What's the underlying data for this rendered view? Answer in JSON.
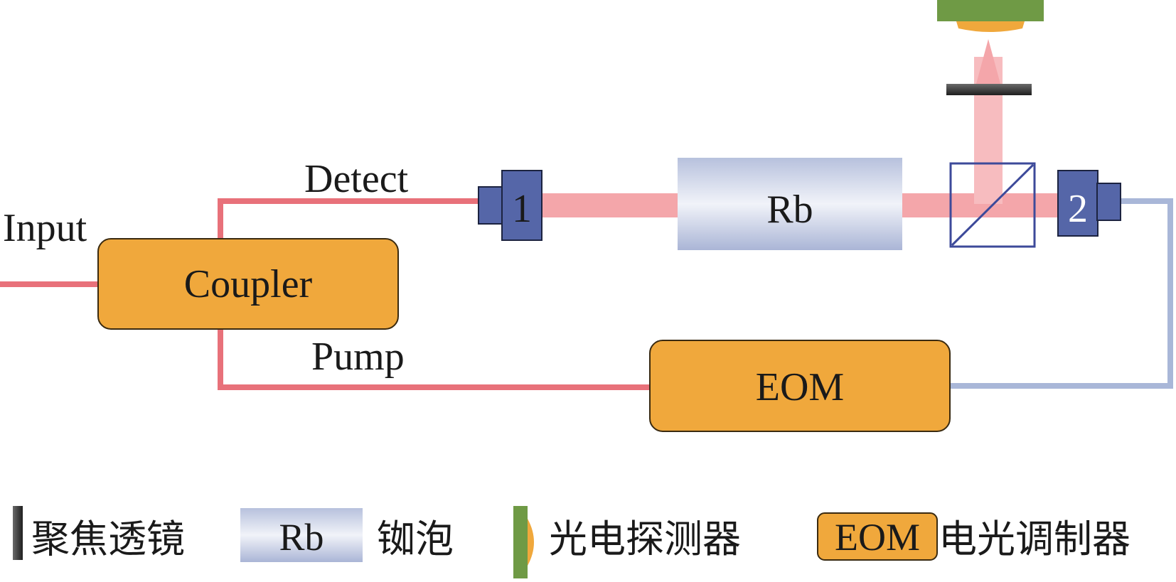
{
  "labels": {
    "input": "Input",
    "detect": "Detect",
    "pump": "Pump"
  },
  "components": {
    "coupler": "Coupler",
    "rb_cell": "Rb",
    "eom": "EOM",
    "collimator_1": "1",
    "collimator_2": "2"
  },
  "legend": {
    "lens": "聚焦透镜",
    "rb_sample": "Rb",
    "rb": "铷泡",
    "detector": "光电探测器",
    "eom_sample": "EOM",
    "eom": "电光调制器"
  },
  "colors": {
    "fiber_red": "#e8717a",
    "fiber_blue": "#a9b7d8",
    "beam": "#f4a6aa",
    "beam_light": "#f7bcbf",
    "box_orange": "#f0a83c",
    "collimator": "#5566a8",
    "detector_green": "#6f9a45",
    "lens_dark": "#333333"
  }
}
